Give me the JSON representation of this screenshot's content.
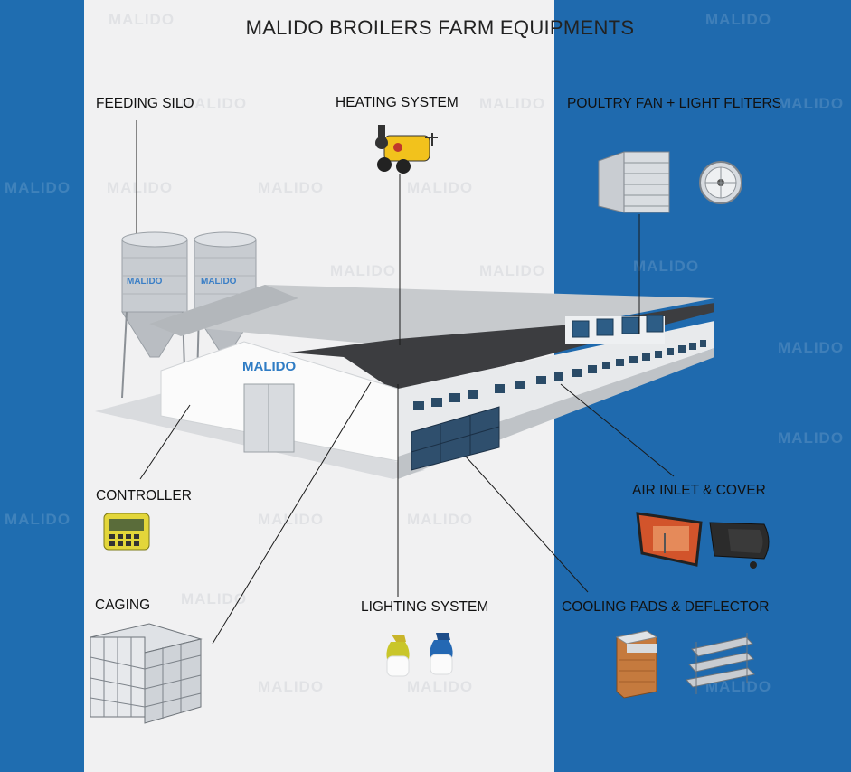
{
  "title": "MALIDO  BROILERS FARM EQUIPMENTS",
  "brand_logo": "MALIDO",
  "labels": {
    "feeding_silo": "FEEDING SILO",
    "heating_system": "HEATING SYSTEM",
    "poultry_fan": "POULTRY FAN  + LIGHT FLITERS",
    "controller": "CONTROLLER",
    "air_inlet": "AIR INLET & COVER",
    "caging": "CAGING",
    "lighting_system": "LIGHTING SYSTEM",
    "cooling_pads": "COOLING PADS & DEFLECTOR"
  },
  "colors": {
    "blue_panel": "#1f6aae",
    "center_panel": "#f1f1f2",
    "brand_blue": "#2f7cc4"
  },
  "icons": [
    "silo-icon",
    "heater-icon",
    "exhaust-fan-icon",
    "circulation-fan-icon",
    "controller-icon",
    "air-inlet-icon",
    "inlet-cover-icon",
    "cage-icon",
    "bulb-icon",
    "cooling-pad-icon",
    "deflector-icon",
    "poultry-house-icon"
  ]
}
